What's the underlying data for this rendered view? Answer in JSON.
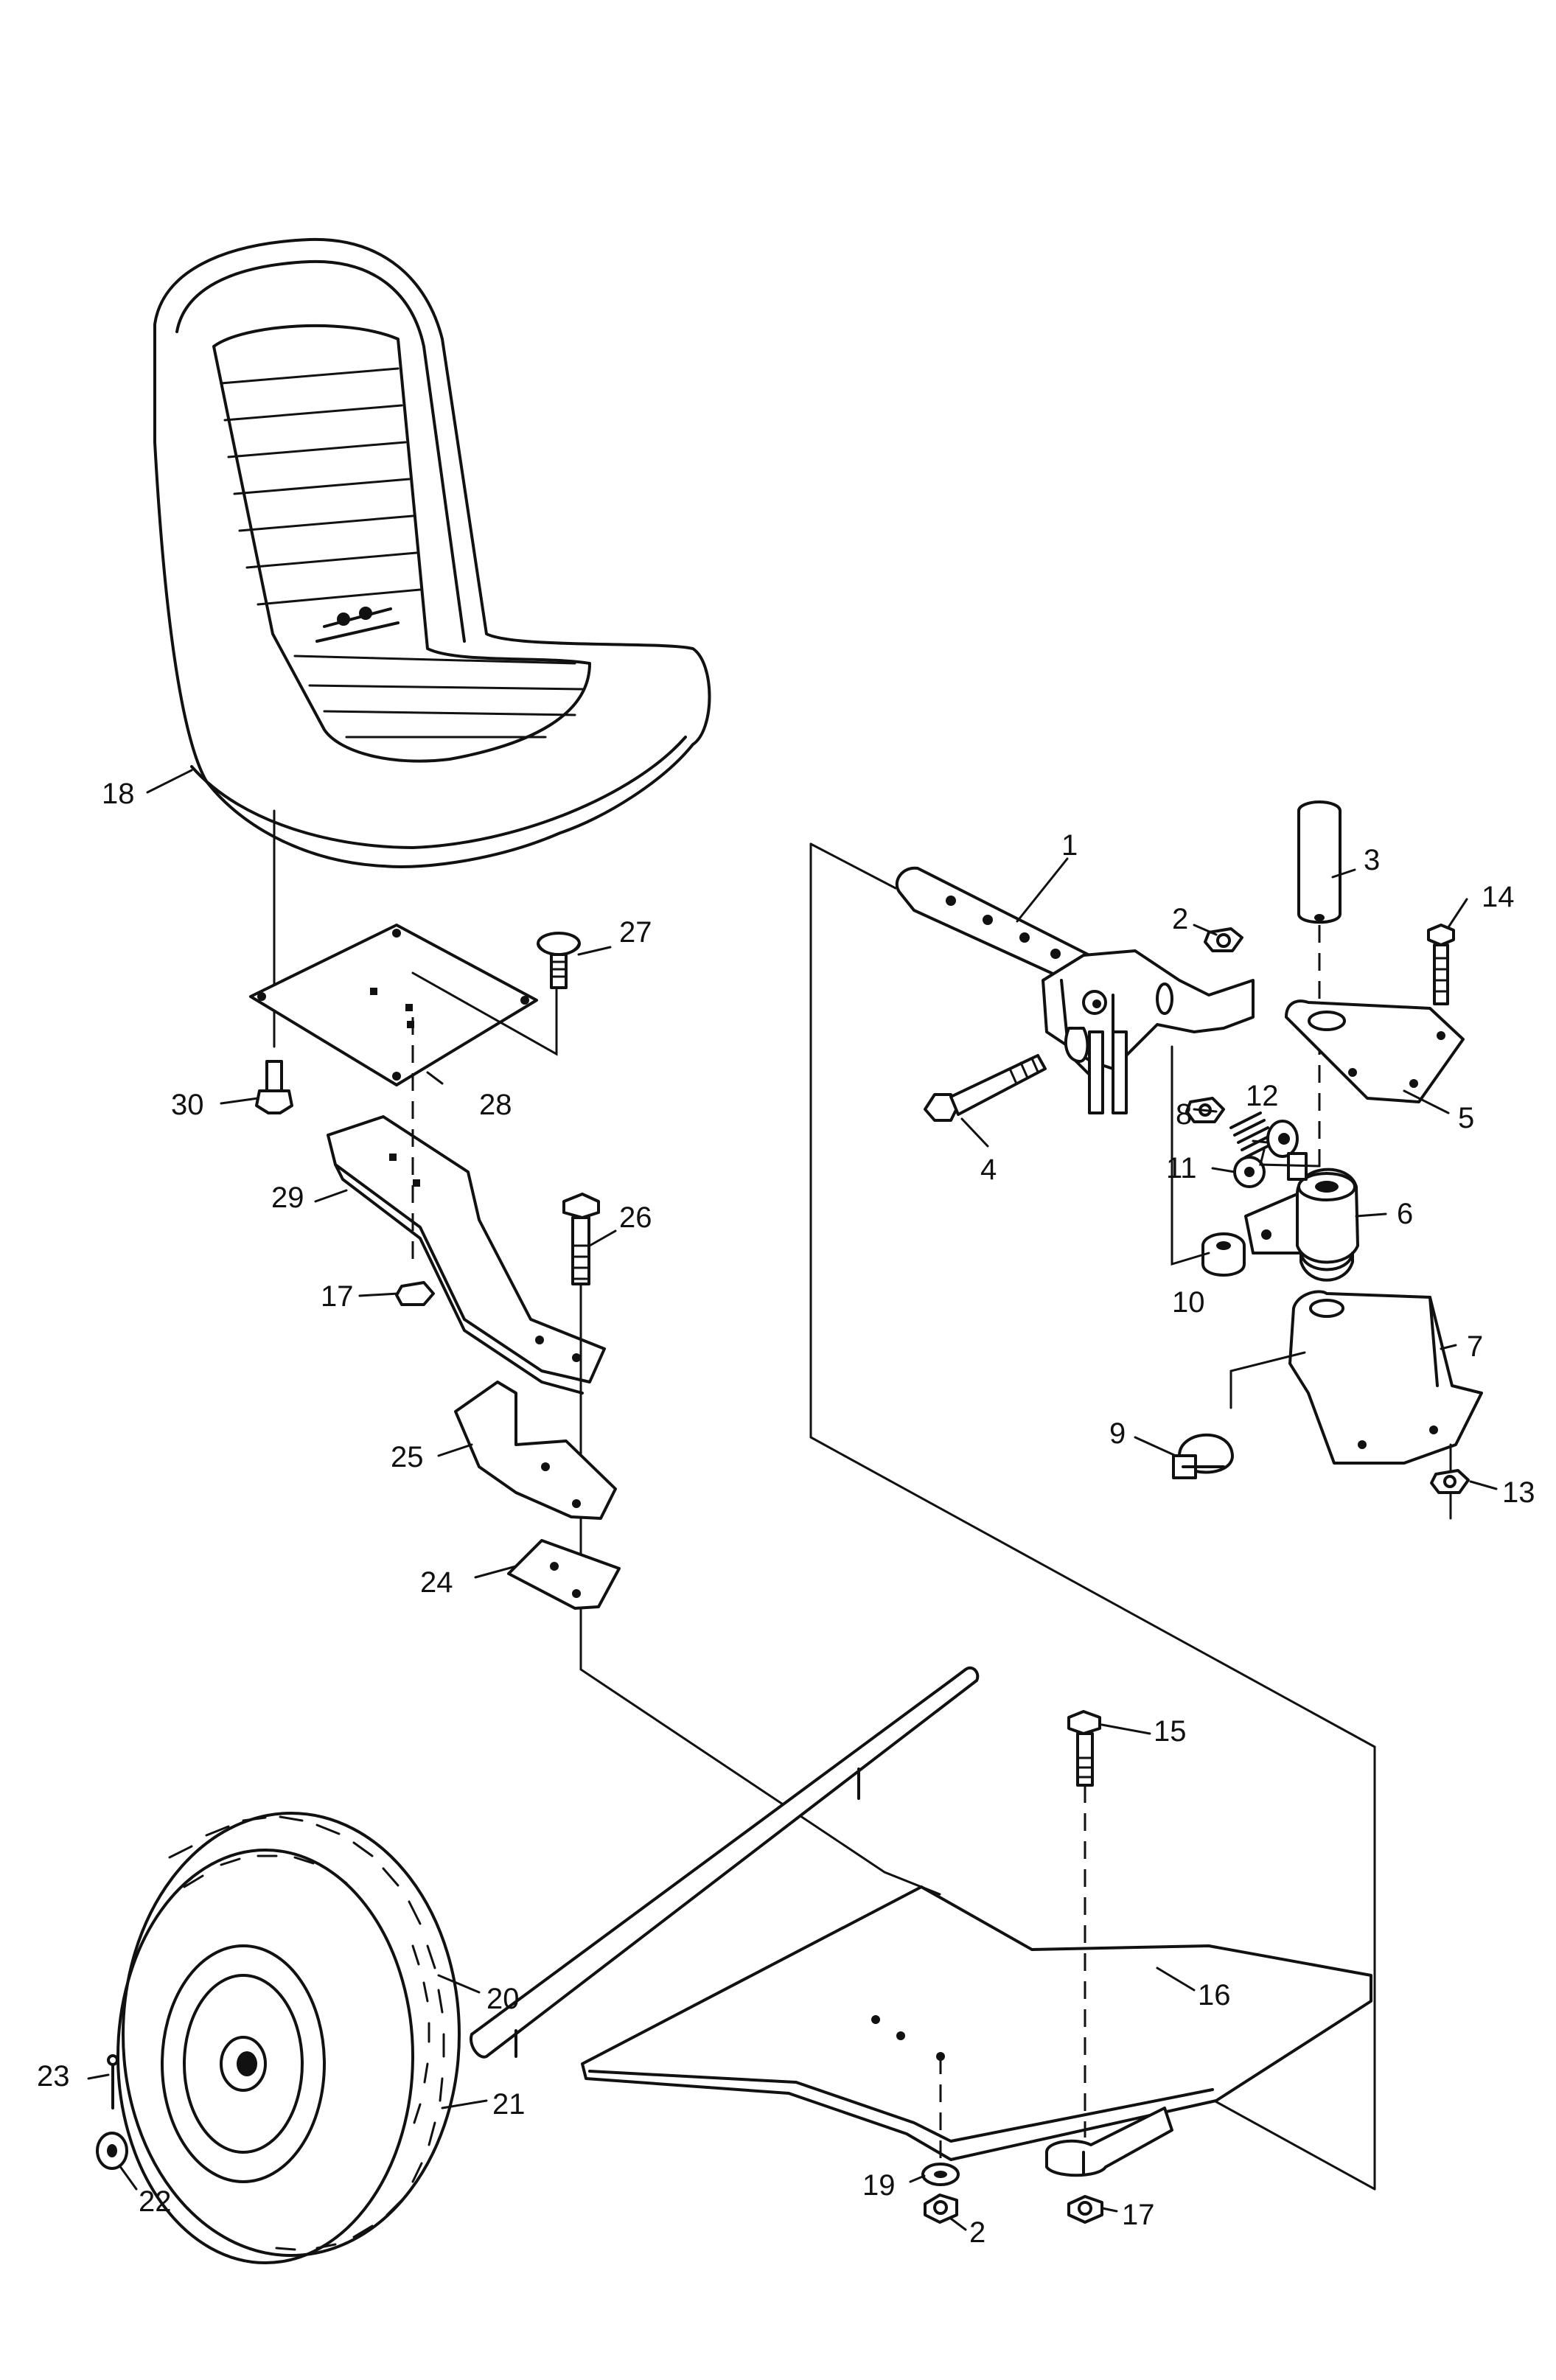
{
  "diagram": {
    "labels": {
      "p1": "1",
      "p2a": "2",
      "p2b": "2",
      "p3": "3",
      "p4": "4",
      "p5": "5",
      "p6": "6",
      "p7": "7",
      "p8": "8",
      "p9": "9",
      "p10": "10",
      "p11": "11",
      "p12": "12",
      "p13": "13",
      "p14": "14",
      "p15": "15",
      "p16": "16",
      "p17a": "17",
      "p17b": "17",
      "p18": "18",
      "p19": "19",
      "p20": "20",
      "p21": "21",
      "p22": "22",
      "p23": "23",
      "p24": "24",
      "p25": "25",
      "p26": "26",
      "p27": "27",
      "p28": "28",
      "p29": "29",
      "p30": "30"
    }
  }
}
